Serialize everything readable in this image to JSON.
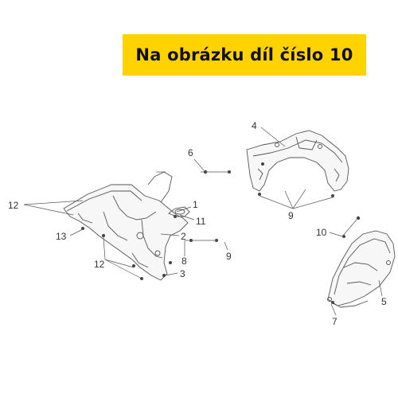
{
  "banner": {
    "text": "Na obrázku díl číslo 10",
    "background_color": "#ffd200"
  },
  "callouts": {
    "c1": "1",
    "c2": "2",
    "c3": "3",
    "c4": "4",
    "c5": "5",
    "c6": "6",
    "c7": "7",
    "c8": "8",
    "c9a": "9",
    "c9b": "9",
    "c10": "10",
    "c11": "11",
    "c12a": "12",
    "c12b": "12",
    "c13": "13"
  },
  "colors": {
    "line": "#555555",
    "text": "#333333"
  }
}
